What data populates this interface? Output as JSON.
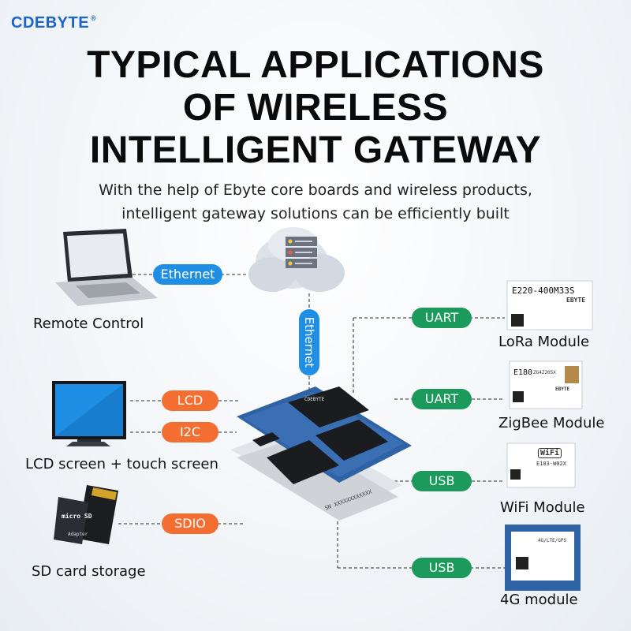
{
  "brand": {
    "name": "CDEBYTE",
    "mark": "®"
  },
  "title_lines": [
    "TYPICAL APPLICATIONS",
    "OF WIRELESS",
    "INTELLIGENT GATEWAY"
  ],
  "subtitle_lines": [
    "With the help of Ebyte core boards and wireless products,",
    "intelligent gateway solutions can be efficiently built"
  ],
  "interfaces": {
    "ethernet_h": "Ethernet",
    "ethernet_v": "Ethernet",
    "lcd": "LCD",
    "i2c": "I2C",
    "sdio": "SDIO",
    "uart_1": "UART",
    "uart_2": "UART",
    "usb_1": "USB",
    "usb_2": "USB"
  },
  "labels": {
    "remote_control": "Remote Control",
    "lcd_screen": "LCD screen + touch screen",
    "sd_card": "SD card storage",
    "lora": "LoRa Module",
    "zigbee": "ZigBee Module",
    "wifi": "WiFi Module",
    "g4": "4G module"
  },
  "module_text": {
    "lora_model": "E220-400M33S",
    "lora_brand": "EBYTE",
    "zigbee_model": "E180",
    "zigbee_sub": "ZG4Z205X",
    "zigbee_brand": "EBYTE",
    "wifi_logo": "WiFi",
    "wifi_model": "E103-W02X",
    "g4_sub": "4G/LTE/GPS",
    "sd_brand": "micro SD",
    "sd_adapter": "Adapter",
    "board_sn": "SN XXXXXXXXXXXX",
    "board_brand": "CDEBYTE"
  },
  "colors": {
    "brand": "#1b64c9",
    "ethernet": "#1f8fe6",
    "local_if": "#f46e32",
    "wireless_if": "#1c9a5b",
    "board": "#2f63a6"
  }
}
